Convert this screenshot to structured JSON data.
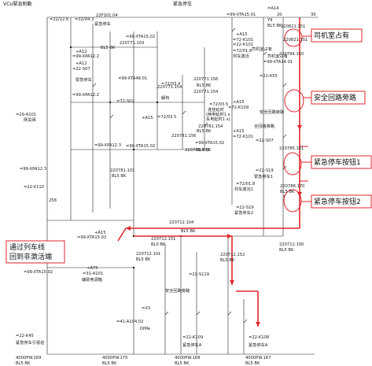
{
  "title_left": "VCU緊急制動",
  "title_center": "紧急停车",
  "callouts": [
    {
      "id": "driver",
      "text": "司机室占有"
    },
    {
      "id": "safety",
      "text": "安全回路旁路"
    },
    {
      "id": "btn1",
      "text": "紧急停车按钮1"
    },
    {
      "id": "btn2",
      "text": "紧急停车按钮2"
    },
    {
      "id": "back",
      "text": "通过列车线\n回到非激活端"
    }
  ],
  "labels": {
    "t1": "=22/12.6",
    "t2": "=32/04.3",
    "t3": "22F101.04",
    "t4": "紧急停车",
    "t5": "=A14",
    "t6": "=99-XTA15.01",
    "t7": "20",
    "t8": "30",
    "t9": "Y9",
    "t10": "220821.151",
    "t11": "+A15",
    "t12": "=72-K101",
    "t13": "BL5 BK",
    "t14": "220821.151",
    "t15": "=99-XTA15.02",
    "t16": "220771.103",
    "t17": "BL5 BK",
    "t18": "=72/01.8",
    "t19": "列车激活",
    "t20": "司机室占有",
    "t21": "=99-XTA14.01",
    "t22": "220784.150",
    "t23": "+A12",
    "t24": "=99-XPA12.2",
    "t25": "+A12",
    "t26": "=22-S07",
    "t27": "緊急停车",
    "t28": "=99-XPA12.2",
    "t29": "=72/03.4",
    "t30": "解钩",
    "t31": "=72/03.5",
    "t32": "220771.156",
    "t33": "BL5 BK",
    "t34": "220771.154",
    "t35": "=72/03.5",
    "t36": "连挂延时",
    "t37": "(两电延时1 s",
    "t38": "失电延时1 s)",
    "t39": "220781.154",
    "t40": "BL5 BK",
    "t41": "=99-XTA15.02",
    "t42": "全回路旁路",
    "t43": "220781.156",
    "t44": "安全回路旁路",
    "t45": "220781.102",
    "t46": "BL5 BK",
    "t47": "220785.151",
    "t48": "=22-S07",
    "t49": "220788.170",
    "t50": "BL5 BK",
    "t51": "=72/01.8",
    "t52": "列车激活1",
    "t53": "=22-S19",
    "t54": "緊急停车1",
    "t55": "=99-XPA12.3",
    "t56": "=22-V110",
    "t57": "220781.101",
    "t58": "BL5 BK",
    "t59": "258",
    "t60": "220712.104",
    "t61": "BL5 BK",
    "t62": "+A15",
    "t63": "=99-XTA15.02",
    "t64": "220712.151",
    "t65": "BL0 BK",
    "t66": "220712.101",
    "t67": "BL5 BK",
    "t68": "=99-XTA15.02",
    "t69": "+A75",
    "t70": "=31-A101",
    "t71": "辅助电源箱",
    "t72": "220712.152",
    "t73": "BL5 BK",
    "t74": "220712.150",
    "t75": "BL5 BK",
    "t76": "安全回路旁路",
    "t77": "=22-S119",
    "t78": "=X3",
    "t79": "=41-A104.02",
    "t80": "DIMe",
    "t81": "=22-K45",
    "t82": "紧急停车引视进",
    "t83": "=22-K109",
    "t84": "紧急停车A",
    "t85": "=22-K108",
    "t86": "紧急停车A",
    "t87": "4000PW.169",
    "t88": "BL5 BK",
    "t89": "4000PW.170",
    "t90": "BL5 BK",
    "t91": "4000PW.168",
    "t92": "BL5 BK",
    "t93": "4000PW.167",
    "t94": "BL5 BK",
    "t95": "=29-A101",
    "t96": "网关阀",
    "t97": "=22-K101",
    "t98": "=99-XTA48.01",
    "t99": "=22-S19",
    "t100": "紧急停车2",
    "t101": "=72-S02",
    "t102": "=99-XPA12.3",
    "t103": "+A15",
    "t104": "=99-XTA15.02",
    "t105": "+A15",
    "t106": "=72-K109",
    "t107": "=22-K55",
    "t108": "+A15",
    "t109": "=72-K101",
    "t110": "220771.154",
    "t111": "司机室占有"
  }
}
